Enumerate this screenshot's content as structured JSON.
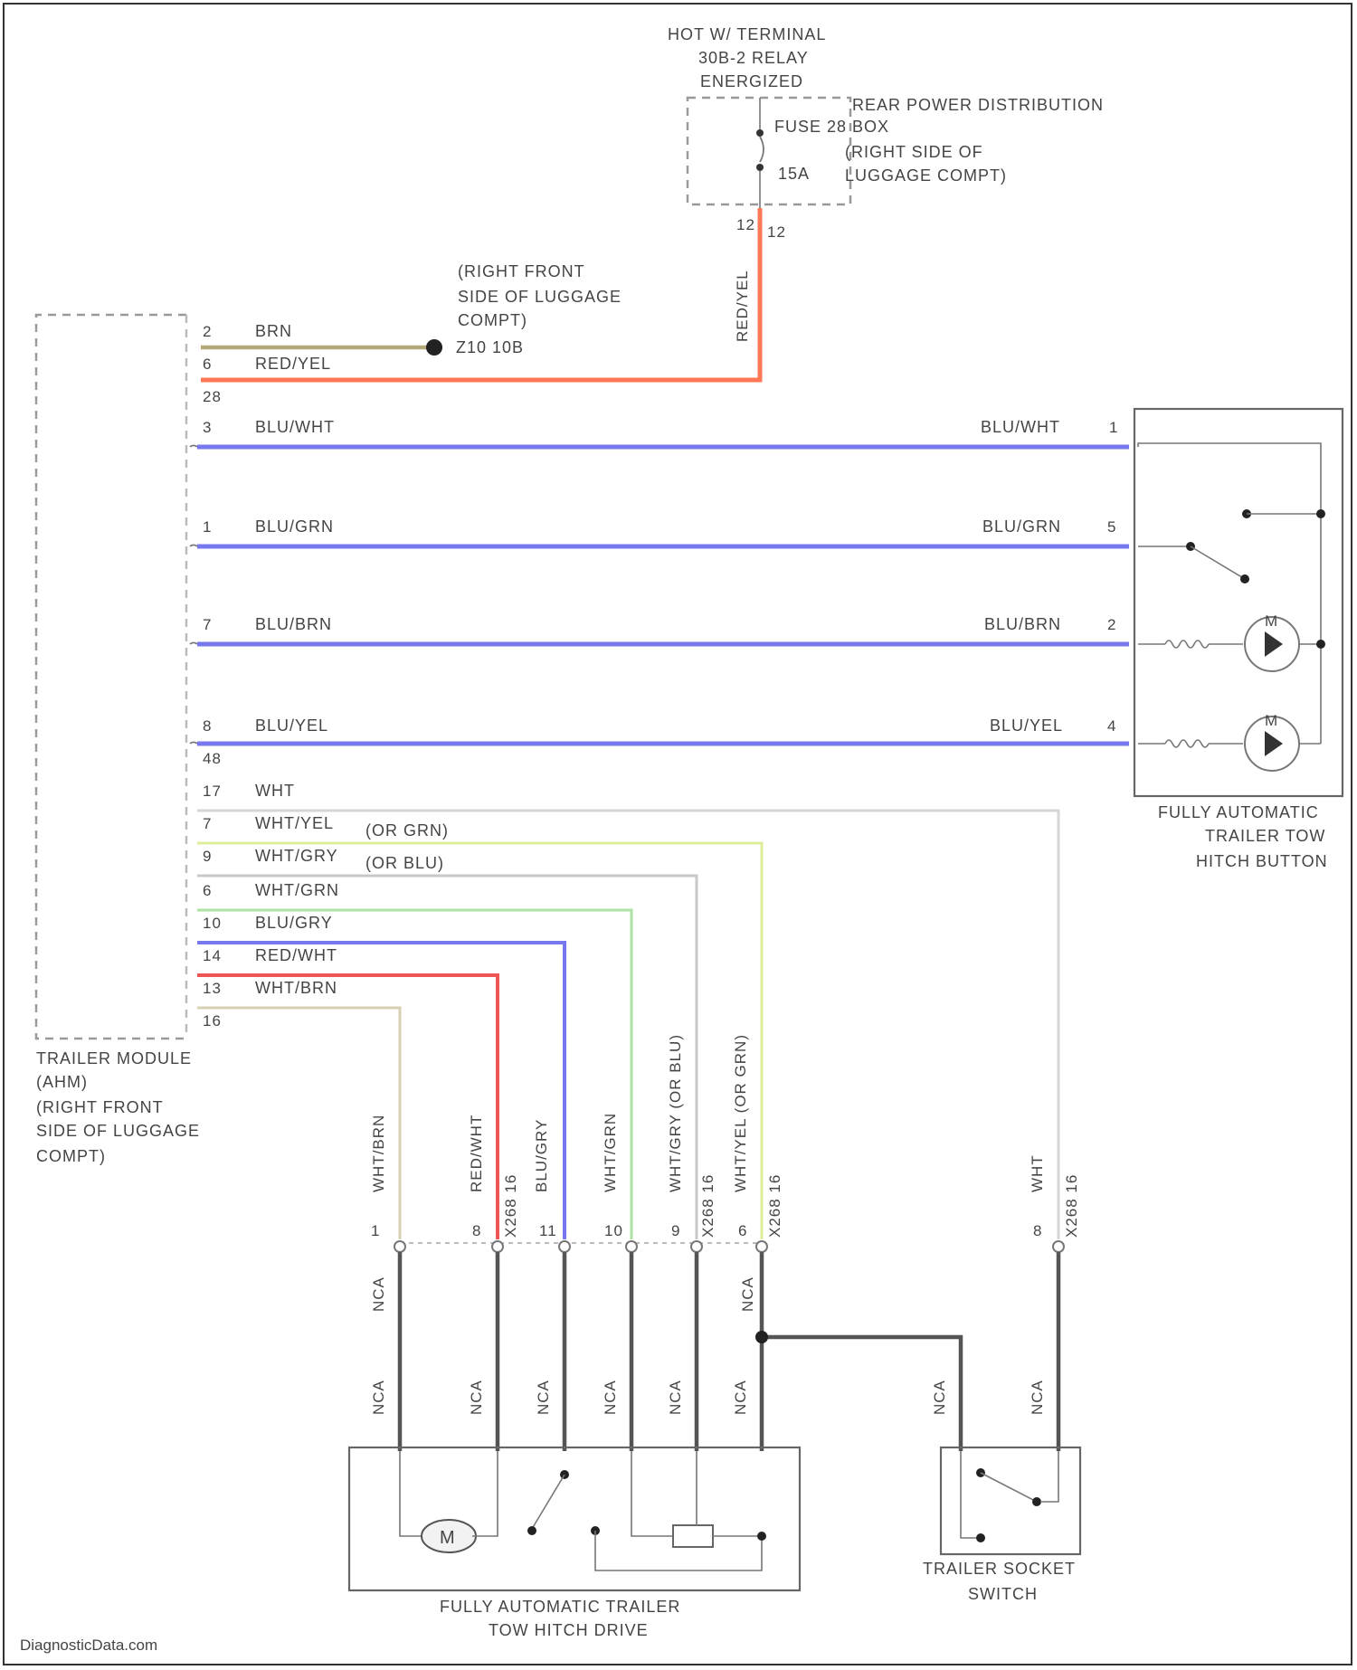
{
  "top_supply": {
    "hot_label_lines": [
      "HOT W/ TERMINAL",
      "30B-2 RELAY",
      "ENERGIZED"
    ],
    "fuse_label_lines": [
      "FUSE 28",
      "15A"
    ],
    "distribution_lines": [
      "REAR POWER DISTRIBUTION",
      "BOX",
      "(RIGHT SIDE OF",
      "LUGGAGE COMPT)"
    ],
    "connector_id": "12",
    "vertical_wire": "RED/YEL"
  },
  "ground": {
    "location_lines": [
      "(RIGHT FRONT",
      "SIDE OF LUGGAGE",
      "COMPT)"
    ],
    "ground_id": "Z10 10B"
  },
  "module_wires": [
    {
      "pin": "2",
      "color": "BRN"
    },
    {
      "pin": "6",
      "color": "RED/YEL"
    },
    {
      "pin": "3",
      "color": "BLU/WHT"
    },
    {
      "pin": "1",
      "color": "BLU/GRN"
    },
    {
      "pin": "7",
      "color": "BLU/BRN"
    },
    {
      "pin": "8",
      "color": "BLU/YEL"
    },
    {
      "pin": "17",
      "color": "WHT"
    },
    {
      "pin": "7",
      "color": "WHT/YEL",
      "note": "(OR GRN)"
    },
    {
      "pin": "9",
      "color": "WHT/GRY",
      "note": "(OR BLU)"
    },
    {
      "pin": "6",
      "color": "WHT/GRN"
    },
    {
      "pin": "10",
      "color": "BLU/GRY"
    },
    {
      "pin": "14",
      "color": "RED/WHT"
    },
    {
      "pin": "13",
      "color": "WHT/BRN"
    },
    {
      "pin": "16"
    }
  ],
  "connector_sizes": [
    "28",
    "48"
  ],
  "button_wires": [
    {
      "color": "BLU/WHT",
      "pin": "1"
    },
    {
      "color": "BLU/GRN",
      "pin": "5"
    },
    {
      "color": "BLU/BRN",
      "pin": "2"
    },
    {
      "color": "BLU/YEL",
      "pin": "4"
    }
  ],
  "button_title_lines": [
    "FULLY AUTOMATIC",
    "TRAILER TOW",
    "HITCH BUTTON"
  ],
  "module_title_lines": [
    "TRAILER MODULE",
    "(AHM)",
    "(RIGHT FRONT",
    "SIDE OF LUGGAGE",
    "COMPT)"
  ],
  "drive_drops": [
    {
      "color": "WHT/BRN",
      "pin": "1"
    },
    {
      "color": "RED/WHT",
      "pin": "8",
      "conn": "X268 16"
    },
    {
      "color": "BLU/GRY",
      "pin": "11"
    },
    {
      "color": "WHT/GRN",
      "pin": "10"
    },
    {
      "color": "WHT/GRY (OR BLU)",
      "pin": "9",
      "conn": "X268 16"
    },
    {
      "color": "WHT/YEL (OR GRN)",
      "pin": "6",
      "conn": "X268 16"
    }
  ],
  "switch_drop": {
    "color": "WHT",
    "pin": "8",
    "conn": "X268 16"
  },
  "nca_label": "NCA",
  "motor_symbol": "M",
  "indicator_symbol": "M",
  "drive_title_lines": [
    "FULLY AUTOMATIC TRAILER",
    "TOW HITCH DRIVE"
  ],
  "switch_title_lines": [
    "TRAILER SOCKET",
    "SWITCH"
  ],
  "watermark": "DiagnosticData.com",
  "colors": {
    "brn": "#b5a878",
    "red_yel": "#ff7755",
    "blue": "#7777ee",
    "wht": "#d6d6d6",
    "wht_yel": "#ddee99",
    "wht_gry": "#c8c8c8",
    "wht_grn": "#aee1a4",
    "red": "#ee5555",
    "nca": "#555555"
  }
}
